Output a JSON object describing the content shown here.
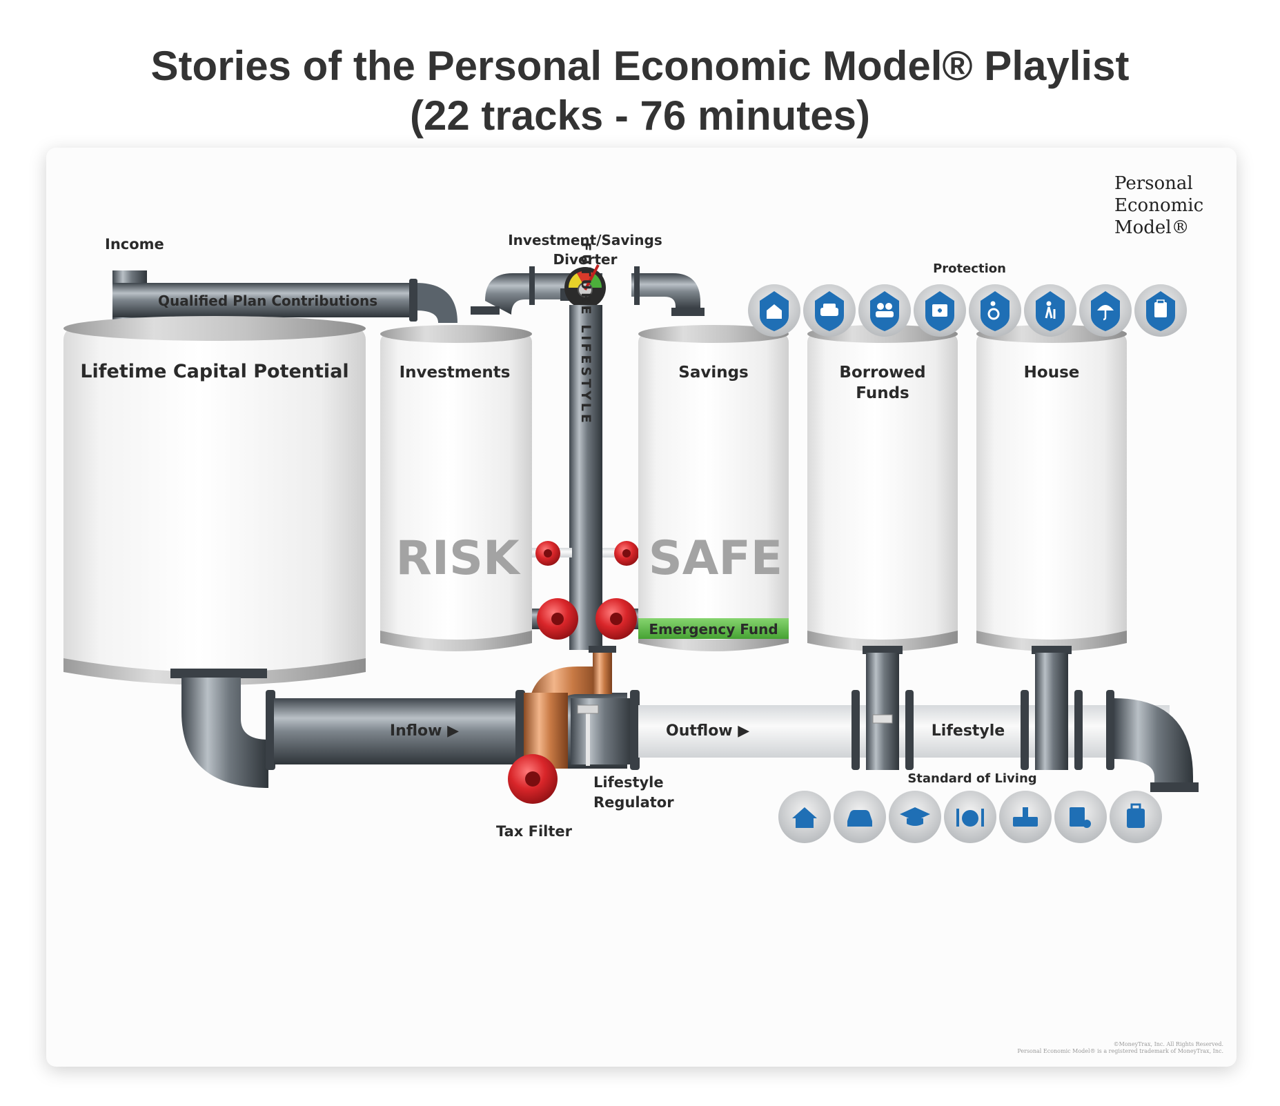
{
  "page": {
    "title_line1": "Stories of the Personal Economic Model® Playlist",
    "title_line2": "(22 tracks - 76 minutes)"
  },
  "diagram": {
    "brand": [
      "Personal",
      "Economic",
      "Model®"
    ],
    "labels": {
      "income": "Income",
      "qualified_plan": "Qualified Plan Contributions",
      "diverter_line1": "Investment/Savings",
      "diverter_line2": "Diverter",
      "protection": "Protection",
      "future_lifestyle": "FUTURE LIFESTYLE",
      "inflow": "Inflow ▶",
      "outflow": "Outflow ▶",
      "lifestyle": "Lifestyle",
      "standard_of_living": "Standard of Living",
      "regulator_line1": "Lifestyle",
      "regulator_line2": "Regulator",
      "tax_filter": "Tax Filter",
      "emergency_fund": "Emergency Fund",
      "risk": "RISK",
      "safe": "SAFE"
    },
    "tanks": {
      "lifetime_capital": "Lifetime Capital Potential",
      "investments": "Investments",
      "savings": "Savings",
      "borrowed_line1": "Borrowed",
      "borrowed_line2": "Funds",
      "house": "House"
    },
    "protection_icons": [
      "home-icon",
      "car-icon",
      "family-icon",
      "medical-icon",
      "disability-icon",
      "elderly-care-icon",
      "umbrella-icon",
      "document-icon"
    ],
    "lifestyle_icons": [
      "home-icon",
      "car-icon",
      "graduation-cap-icon",
      "dining-icon",
      "donation-icon",
      "entertainment-icon",
      "luggage-icon"
    ],
    "copyright_line1": "©MoneyTrax, Inc. All Rights Reserved.",
    "copyright_line2": "Personal Economic Model® is a registered trademark of MoneyTrax, Inc.",
    "colors": {
      "icon_blue": "#1f6fb5",
      "valve_red": "#d9262a",
      "emergency_green": "#5cbb47",
      "copper": "#c87a45",
      "pipe_steel": "#5a636b"
    }
  }
}
